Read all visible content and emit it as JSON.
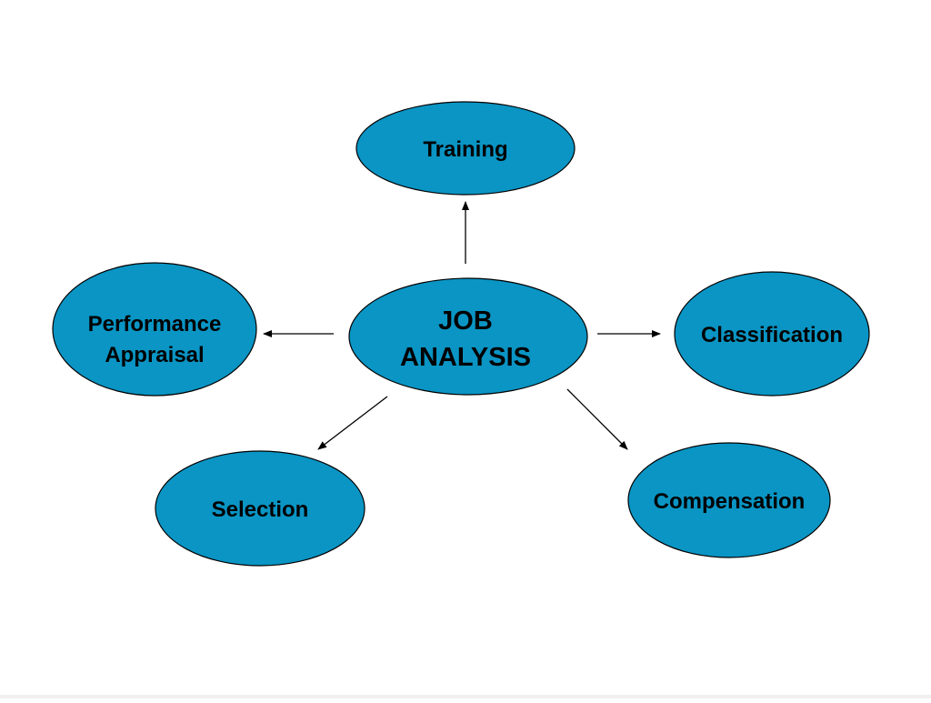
{
  "diagram": {
    "center": {
      "id": "job-analysis",
      "lines": [
        "JOB",
        "ANALYSIS"
      ]
    },
    "nodes": [
      {
        "id": "training",
        "lines": [
          "Training"
        ]
      },
      {
        "id": "classification",
        "lines": [
          "Classification"
        ]
      },
      {
        "id": "compensation",
        "lines": [
          "Compensation"
        ]
      },
      {
        "id": "selection",
        "lines": [
          "Selection"
        ]
      },
      {
        "id": "performance-appraisal",
        "lines": [
          "Performance",
          "Appraisal"
        ]
      }
    ],
    "edges": [
      {
        "from": "job-analysis",
        "to": "training"
      },
      {
        "from": "job-analysis",
        "to": "classification"
      },
      {
        "from": "job-analysis",
        "to": "compensation"
      },
      {
        "from": "job-analysis",
        "to": "selection"
      },
      {
        "from": "job-analysis",
        "to": "performance-appraisal"
      }
    ],
    "colors": {
      "node_fill": "#0a95c4",
      "node_stroke": "#000000",
      "arrow": "#000000",
      "text": "#000000"
    }
  }
}
